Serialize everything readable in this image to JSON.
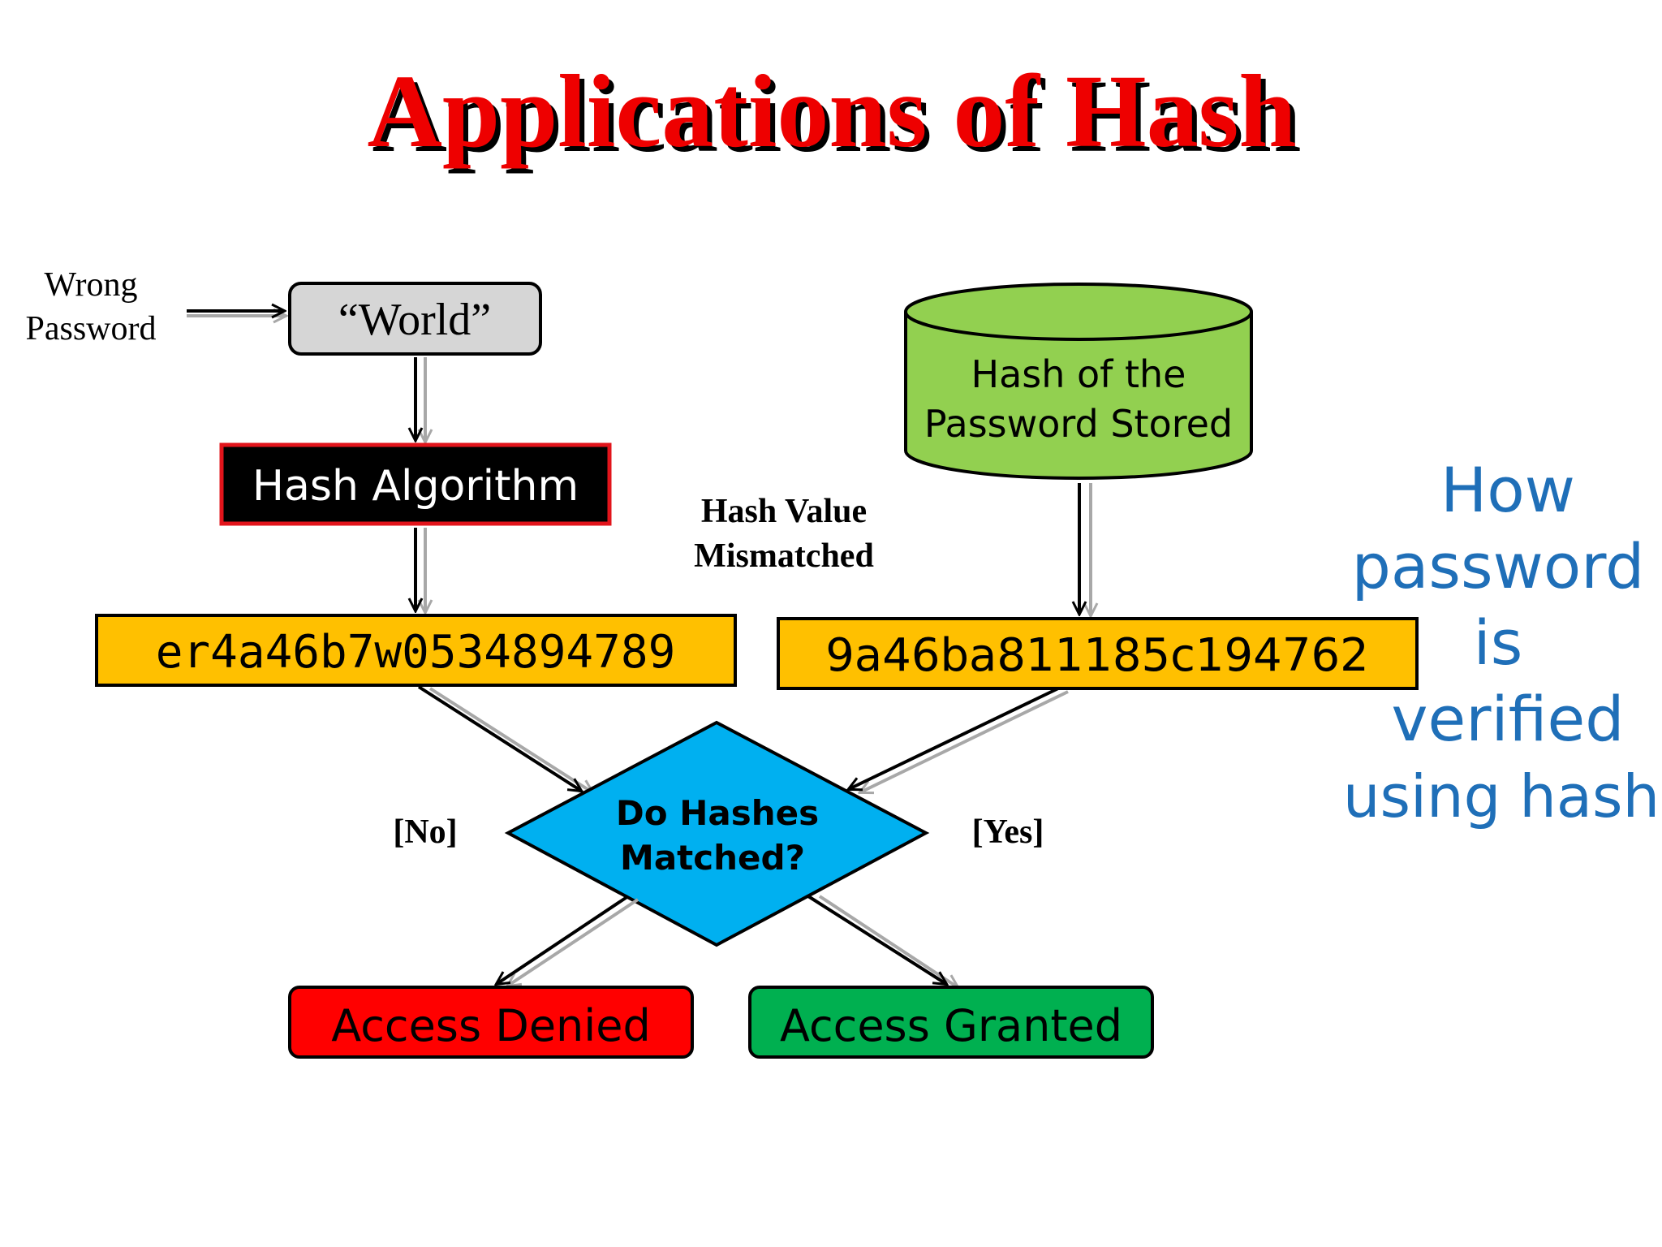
{
  "title": "Applications of Hash",
  "input_label_line1": "Wrong",
  "input_label_line2": "Password",
  "input_value": "“World”",
  "hash_algorithm": "Hash Algorithm",
  "stored_line1": "Hash of the",
  "stored_line2": "Password Stored",
  "mismatch_line1": "Hash Value",
  "mismatch_line2": "Mismatched",
  "computed_hash": "er4a46b7w0534894789",
  "stored_hash": "9a46ba811185c194762",
  "decision_line1": "Do Hashes",
  "decision_line2": "Matched?",
  "no_label": "[No]",
  "yes_label": "[Yes]",
  "access_denied": "Access Denied",
  "access_granted": "Access Granted",
  "note_lines": [
    "How",
    "password",
    "is",
    "verified",
    "using hash"
  ],
  "colors": {
    "title_red": "#ee0000",
    "input_gray": "#d6d6d6",
    "algo_black": "#000000",
    "algo_border_red": "#e2141b",
    "cylinder_green": "#92d050",
    "hash_yellow": "#ffc000",
    "decision_blue": "#00b0f0",
    "denied_red": "#ff0000",
    "granted_green": "#00b050",
    "note_blue": "#1f6fb8"
  }
}
